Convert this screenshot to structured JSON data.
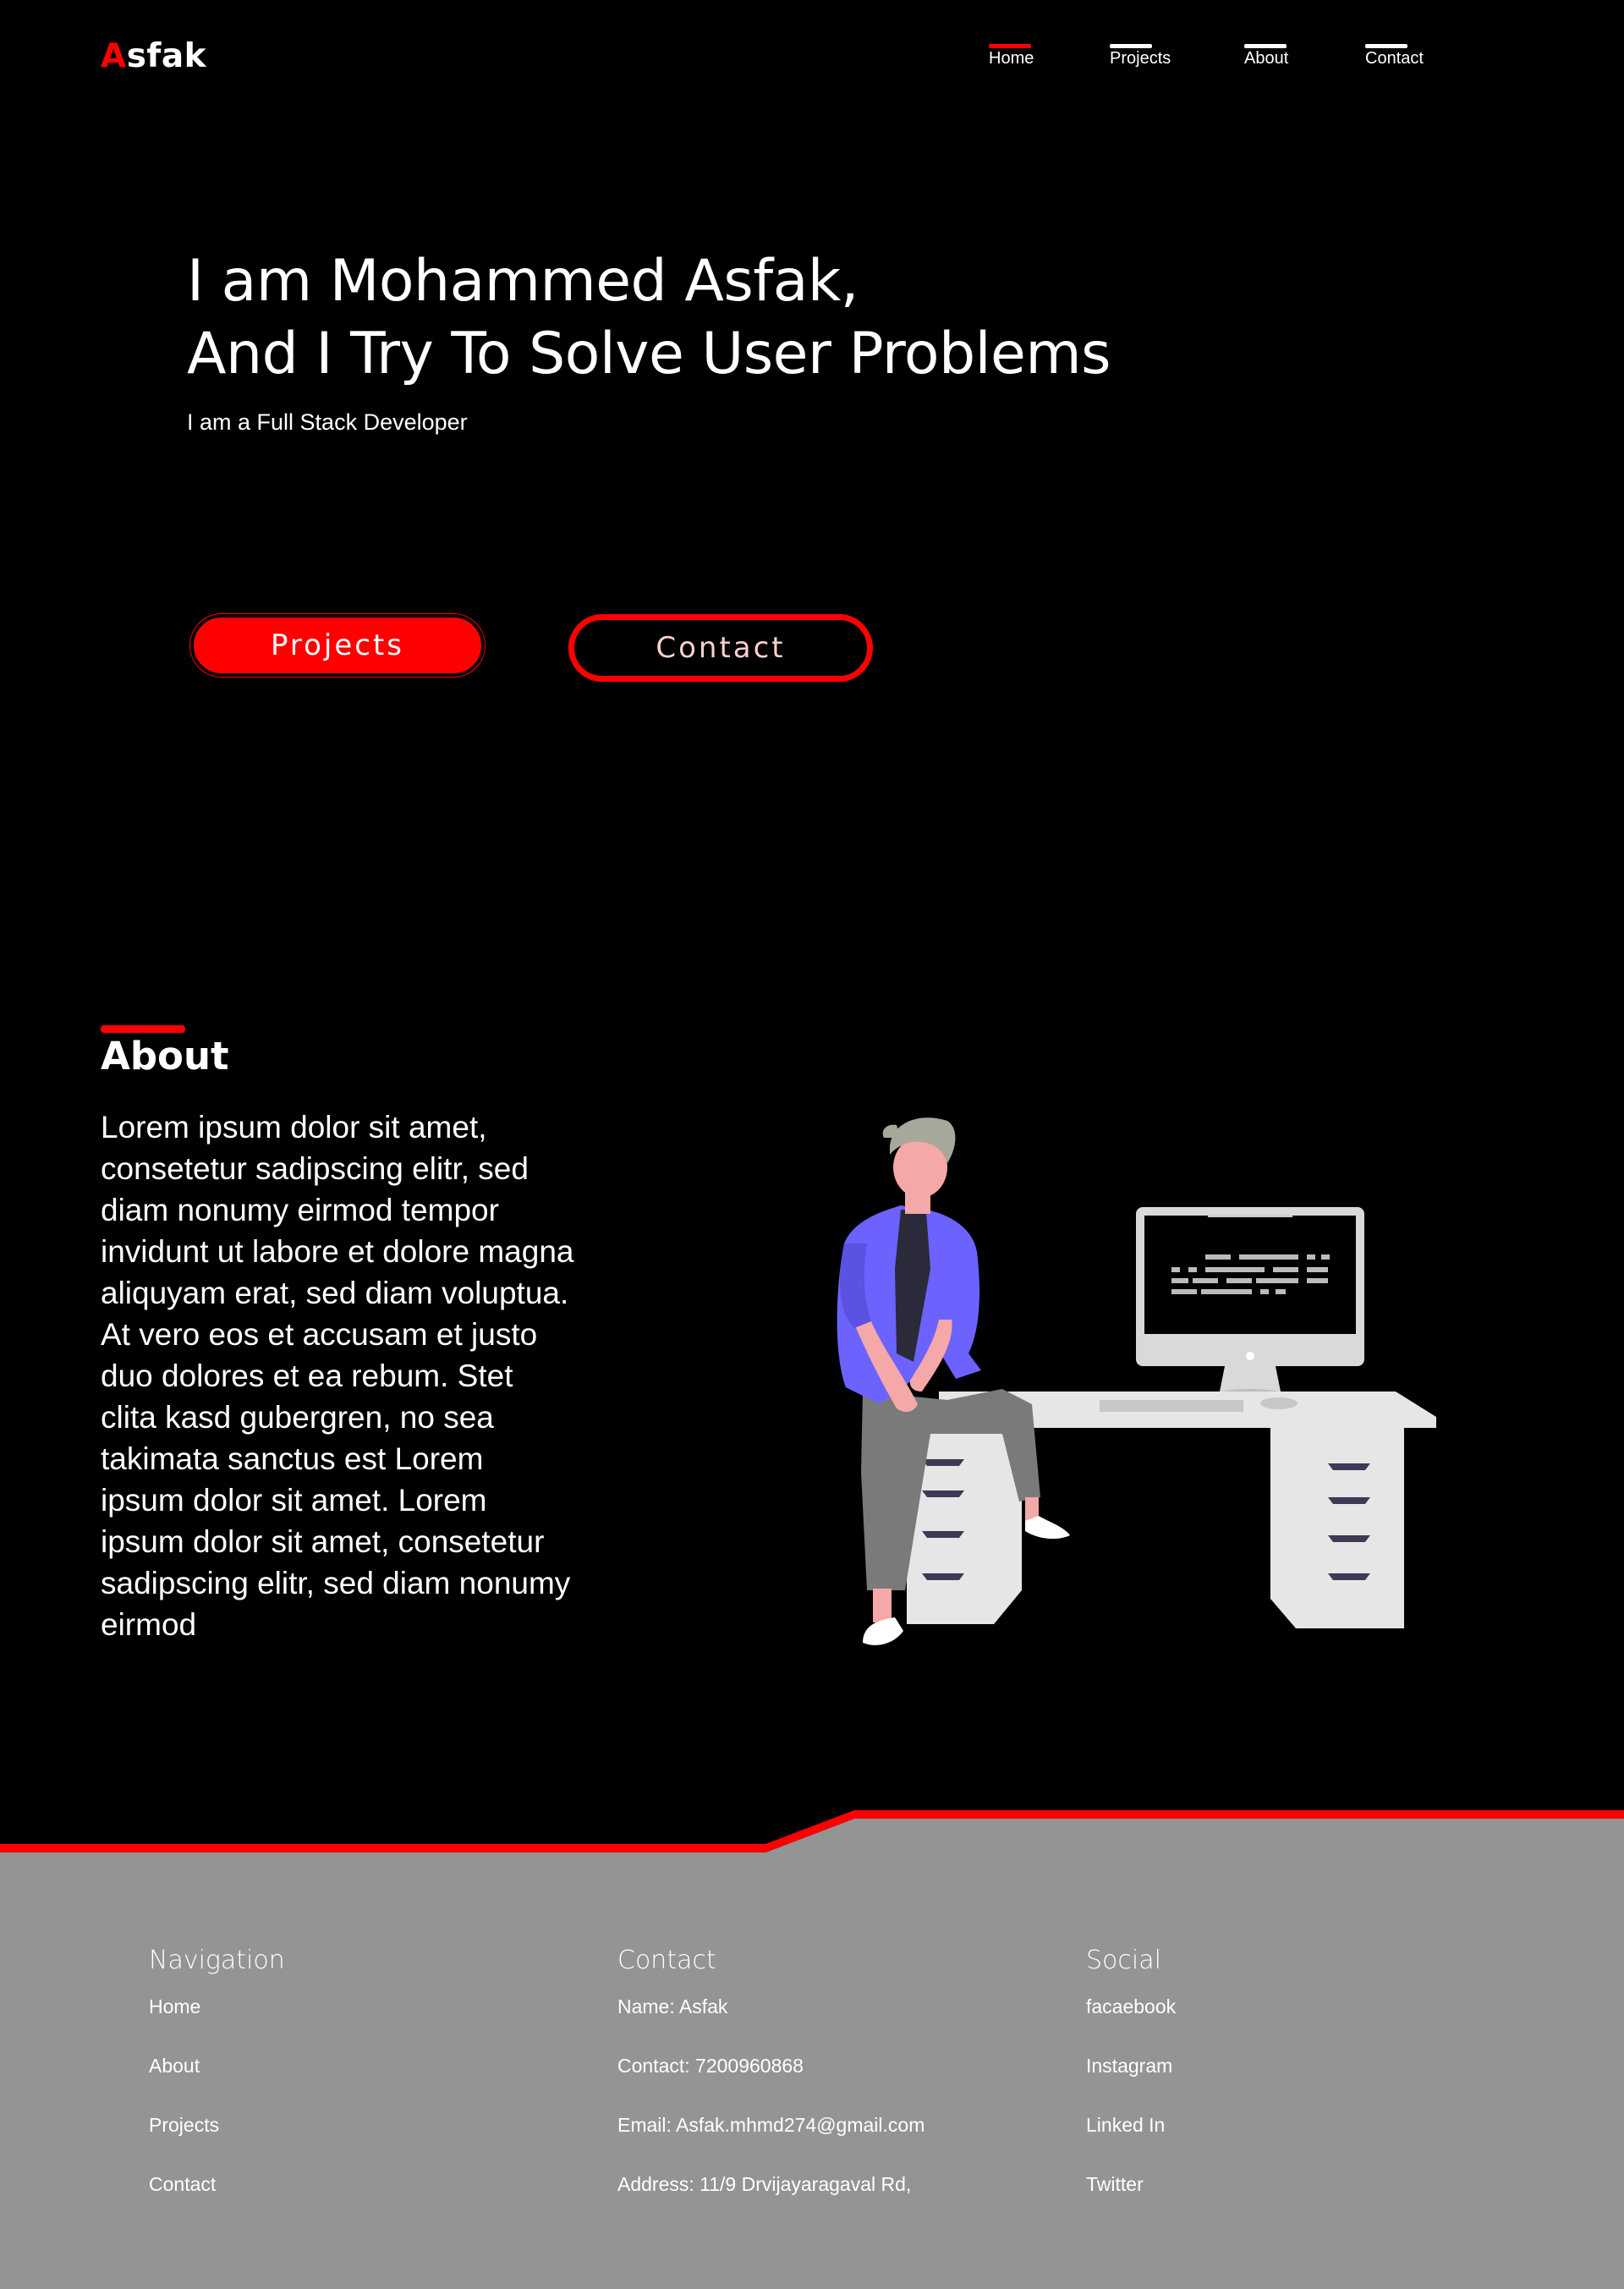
{
  "header": {
    "logo_first": "A",
    "logo_rest": "sfak",
    "nav": [
      {
        "label": "Home",
        "active": true
      },
      {
        "label": "Projects",
        "active": false
      },
      {
        "label": "About",
        "active": false
      },
      {
        "label": "Contact",
        "active": false
      }
    ]
  },
  "hero": {
    "title_line1": "I am Mohammed Asfak,",
    "title_line2": "And I Try To Solve User Problems",
    "subtitle": "I am a Full Stack Developer",
    "primary_button": "Projects",
    "secondary_button": "Contact"
  },
  "about": {
    "heading": "About",
    "body": "Lorem ipsum dolor sit amet, consetetur sadipscing elitr, sed diam nonumy eirmod tempor invidunt ut labore et dolore magna aliquyam erat, sed diam voluptua. At vero eos et accusam et justo duo dolores et ea rebum. Stet clita kasd gubergren, no sea takimata sanctus est Lorem ipsum dolor sit amet. Lorem ipsum dolor sit amet, consetetur sadipscing elitr, sed diam nonumy eirmod"
  },
  "footer": {
    "navigation": {
      "heading": "Navigation",
      "items": [
        "Home",
        "About",
        "Projects",
        "Contact"
      ]
    },
    "contact": {
      "heading": "Contact",
      "items": [
        "Name: Asfak",
        "Contact: 7200960868",
        "Email: Asfak.mhmd274@gmail.com",
        "Address: 11/9 Drvijayaragaval Rd,"
      ]
    },
    "social": {
      "heading": "Social",
      "items": [
        "facaebook",
        "Instagram",
        "Linked In",
        "Twitter"
      ]
    }
  },
  "colors": {
    "accent": "#ff0000",
    "background": "#000000",
    "footer_bg": "#949494",
    "illustration_jacket": "#6c63ff"
  }
}
